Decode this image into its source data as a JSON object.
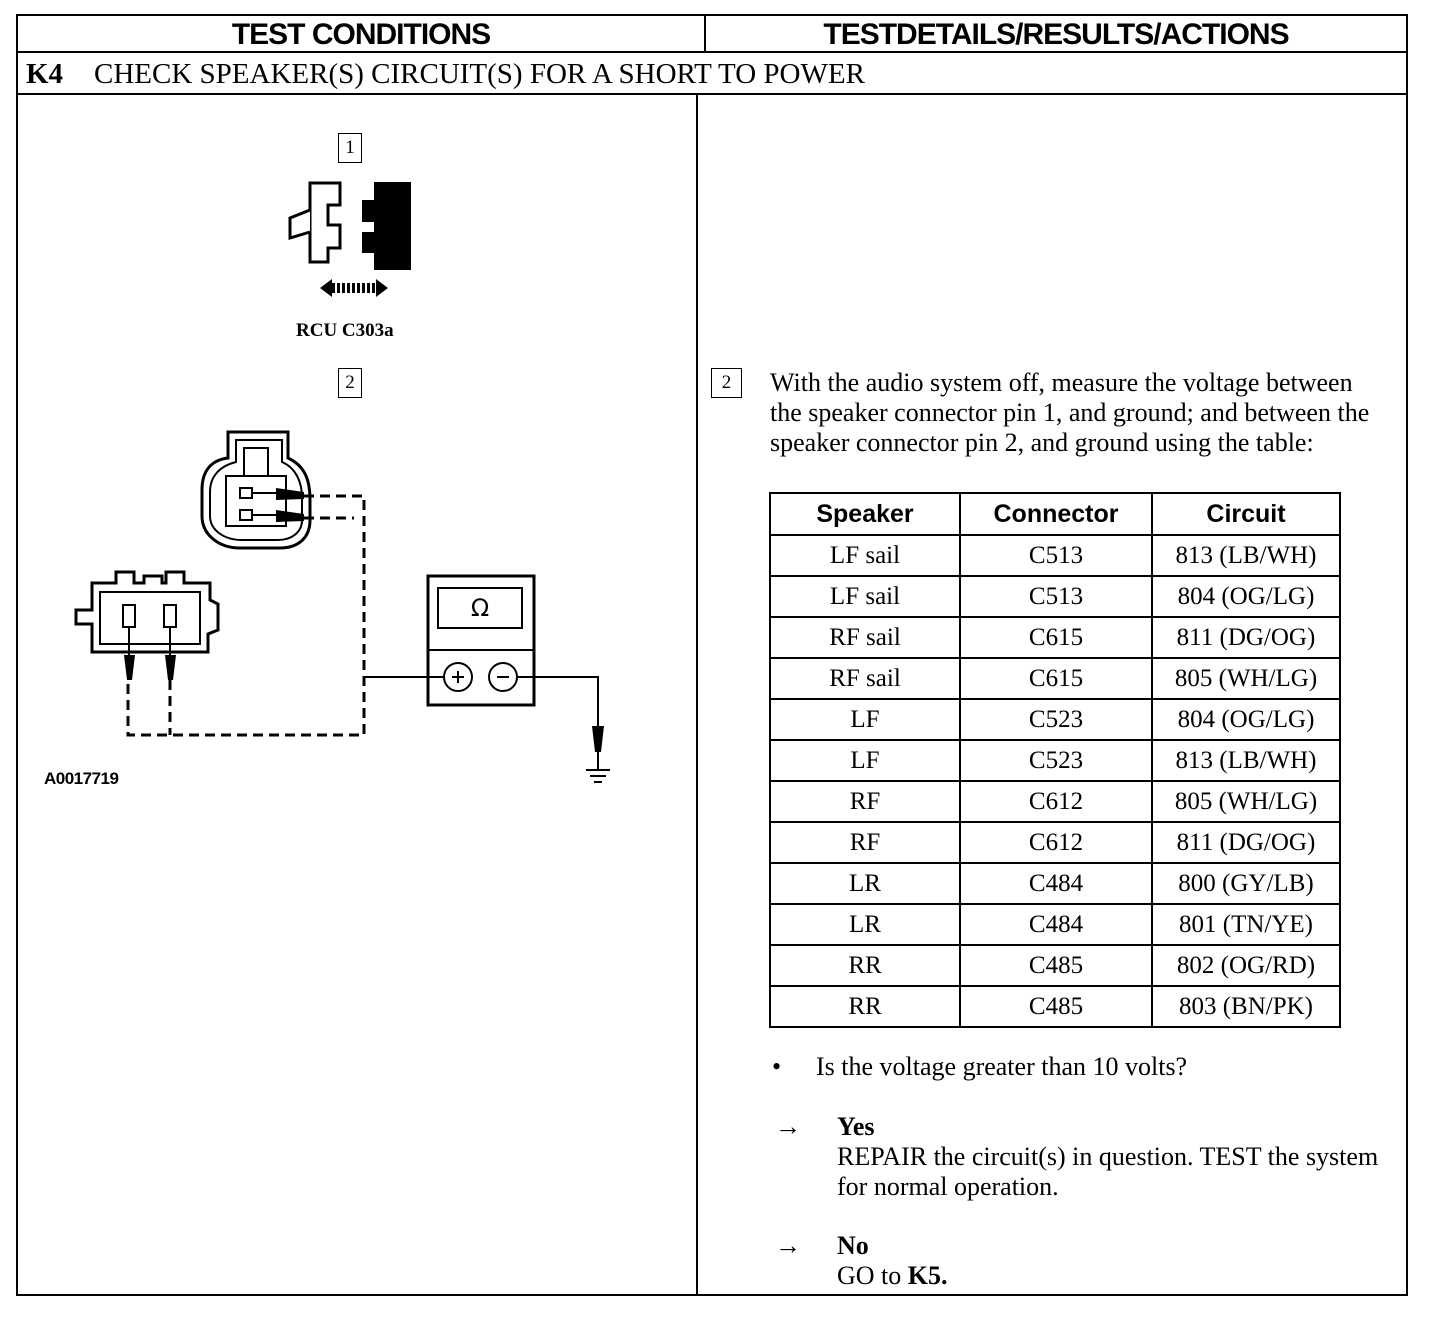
{
  "header": {
    "left": "TEST CONDITIONS",
    "right": "TESTDETAILS/RESULTS/ACTIONS"
  },
  "step": {
    "id": "K4",
    "title": "CHECK SPEAKER(S) CIRCUIT(S) FOR A SHORT TO POWER"
  },
  "figure": {
    "box1": "1",
    "box2": "2",
    "connector_label": "RCU C303a",
    "meter_symbol": "Ω",
    "figure_id": "A0017719",
    "icons": [
      "connector-disconnect-icon",
      "double-arrow-icon",
      "speaker-connector-icon",
      "harness-connector-icon",
      "ohmmeter-icon",
      "ground-icon"
    ]
  },
  "details": {
    "step_box": "2",
    "instruction": "With the audio system off, measure the voltage between the speaker connector pin 1, and ground; and between the speaker connector pin 2, and ground using the table:",
    "table": {
      "headers": [
        "Speaker",
        "Connector",
        "Circuit"
      ],
      "rows": [
        [
          "LF sail",
          "C513",
          "813 (LB/WH)"
        ],
        [
          "LF sail",
          "C513",
          "804 (OG/LG)"
        ],
        [
          "RF sail",
          "C615",
          "811 (DG/OG)"
        ],
        [
          "RF sail",
          "C615",
          "805 (WH/LG)"
        ],
        [
          "LF",
          "C523",
          "804 (OG/LG)"
        ],
        [
          "LF",
          "C523",
          "813 (LB/WH)"
        ],
        [
          "RF",
          "C612",
          "805 (WH/LG)"
        ],
        [
          "RF",
          "C612",
          "811 (DG/OG)"
        ],
        [
          "LR",
          "C484",
          "800 (GY/LB)"
        ],
        [
          "LR",
          "C484",
          "801 (TN/YE)"
        ],
        [
          "RR",
          "C485",
          "802 (OG/RD)"
        ],
        [
          "RR",
          "C485",
          "803 (BN/PK)"
        ]
      ]
    },
    "bullet": "•",
    "question": "Is the voltage greater than 10 volts?",
    "arrow": "→",
    "yes": {
      "label": "Yes",
      "action": "REPAIR the circuit(s) in question. TEST the system for normal operation."
    },
    "no": {
      "label": "No",
      "action_prefix": "GO to ",
      "action_target": "K5."
    }
  }
}
